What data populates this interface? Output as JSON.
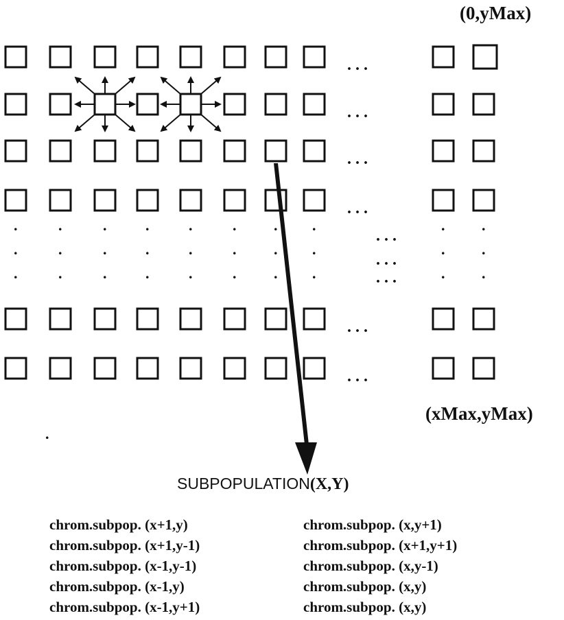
{
  "labels": {
    "top_right_corner": "(0,yMax)",
    "bottom_right_corner": "(xMax,yMax)",
    "subpopulation_prefix": "SUBPOPULATION",
    "subpopulation_args": "(X,Y)",
    "row_ellipsis": ". . .",
    "column_dot": "."
  },
  "migration_list": {
    "left": [
      "chrom.subpop. (x+1,y)",
      "chrom.subpop. (x+1,y-1)",
      "chrom.subpop. (x-1,y-1)",
      "chrom.subpop. (x-1,y)",
      "chrom.subpop. (x-1,y+1)"
    ],
    "right": [
      "chrom.subpop. (x,y+1)",
      "chrom.subpop. (x+1,y+1)",
      "chrom.subpop. (x,y-1)",
      "chrom.subpop. (x,y)",
      "chrom.subpop. (x,y)"
    ]
  },
  "colors": {
    "ink": "#111111",
    "background": "#ffffff"
  }
}
